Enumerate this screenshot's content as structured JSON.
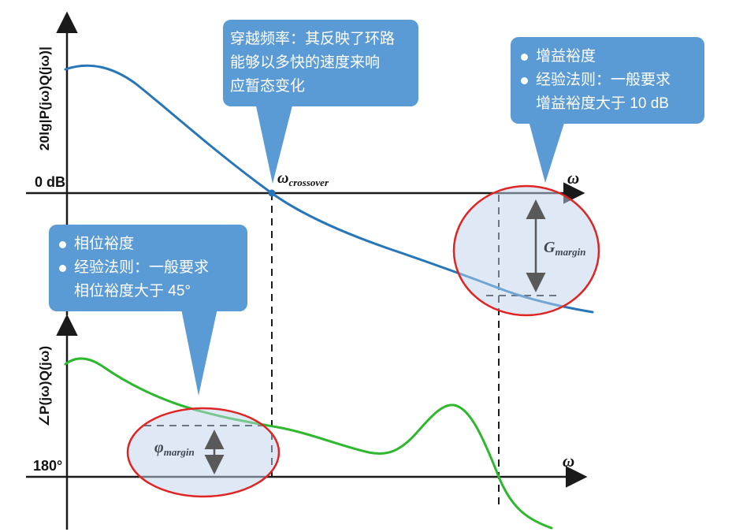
{
  "figure": {
    "magnitude_plot": {
      "y_axis_label": "20lg|P(jω)Q(jω)|",
      "zero_db_label": "0 dB",
      "omega_axis_label": "ω",
      "crossover": {
        "symbol": "ω",
        "subscript": "crossover"
      },
      "gain_margin": {
        "symbol": "G",
        "subscript": "margin"
      }
    },
    "phase_plot": {
      "y_axis_label": "∠P(jω)Q(jω)",
      "axis_180_label": "180°",
      "omega_axis_label": "ω",
      "phase_margin": {
        "symbol": "φ",
        "subscript": "margin"
      }
    }
  },
  "callouts": {
    "crossover": {
      "line1": "穿越频率：其反映了环路",
      "line2": "能够以多快的速度来响",
      "line3": "应暂态变化"
    },
    "gain": {
      "item1": "增益裕度",
      "item2_line1": "经验法则：一般要求",
      "item2_line2": "增益裕度大于 10 dB"
    },
    "phase": {
      "item1": "相位裕度",
      "item2_line1": "经验法则：一般要求",
      "item2_line2": "相位裕度大于 45°"
    }
  },
  "colors": {
    "callout_blue": "#5b9bd5",
    "magnitude_curve": "#2776b8",
    "phase_curve": "#2eb82e",
    "highlight_red": "#e02424",
    "measure_arrow_gray": "#595959",
    "axis_black": "#1a1a1a"
  }
}
